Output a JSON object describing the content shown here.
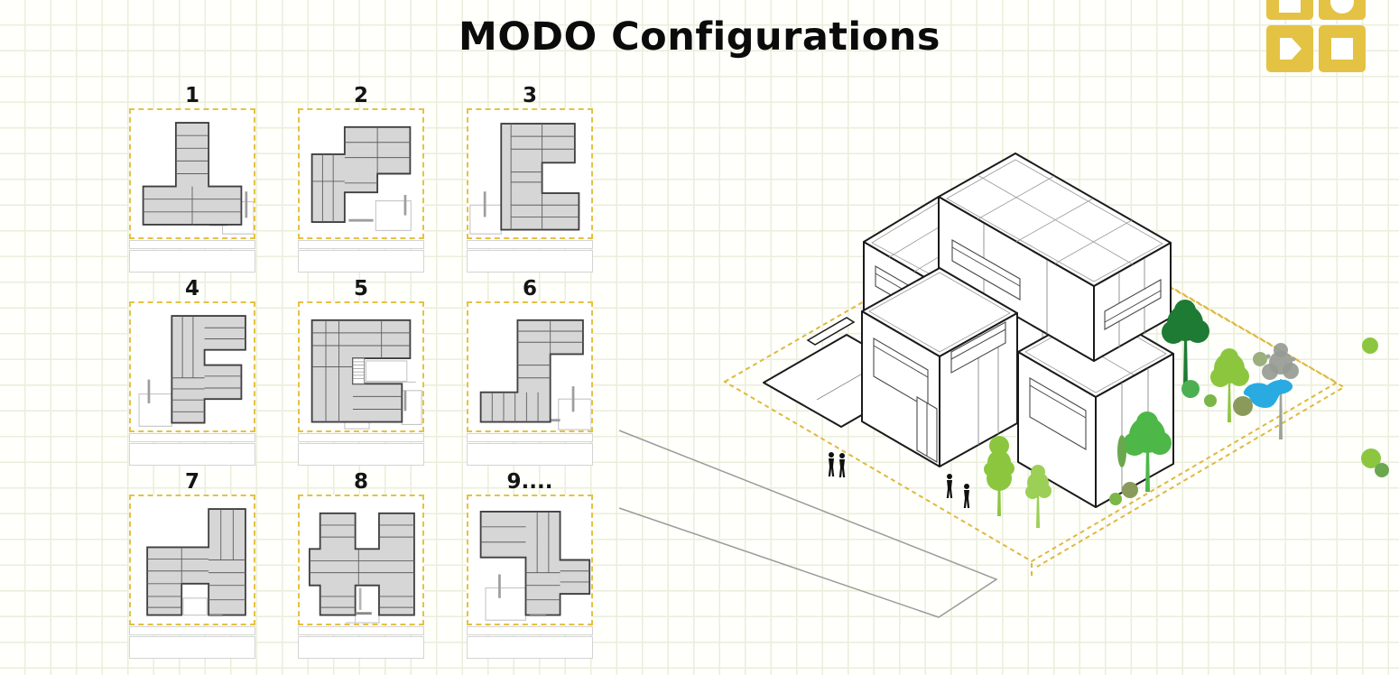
{
  "page": {
    "title": "MODO Configurations"
  },
  "logo": {
    "tiles": [
      "square-cutout",
      "circle-cutout",
      "play-cutout",
      "square-cutout"
    ]
  },
  "configs": [
    {
      "label": "1"
    },
    {
      "label": "2"
    },
    {
      "label": "3"
    },
    {
      "label": "4"
    },
    {
      "label": "5"
    },
    {
      "label": "6"
    },
    {
      "label": "7"
    },
    {
      "label": "8"
    },
    {
      "label": "9...."
    }
  ],
  "colors": {
    "accent": "#e4c243",
    "boundary_dash": "#dfb93e",
    "grid_line": "#eaeeda",
    "module_fill": "#d6d6d6",
    "module_stroke": "#3f3f3f",
    "building_outline": "#1a1a1a",
    "tree_dark_green": "#1e7b33",
    "tree_green": "#4db848",
    "tree_light_green": "#8cc63f",
    "tree_gray": "#969b94",
    "bush_olive": "#8a9a5b",
    "pond_blue": "#29abe2",
    "people_black": "#101010"
  }
}
